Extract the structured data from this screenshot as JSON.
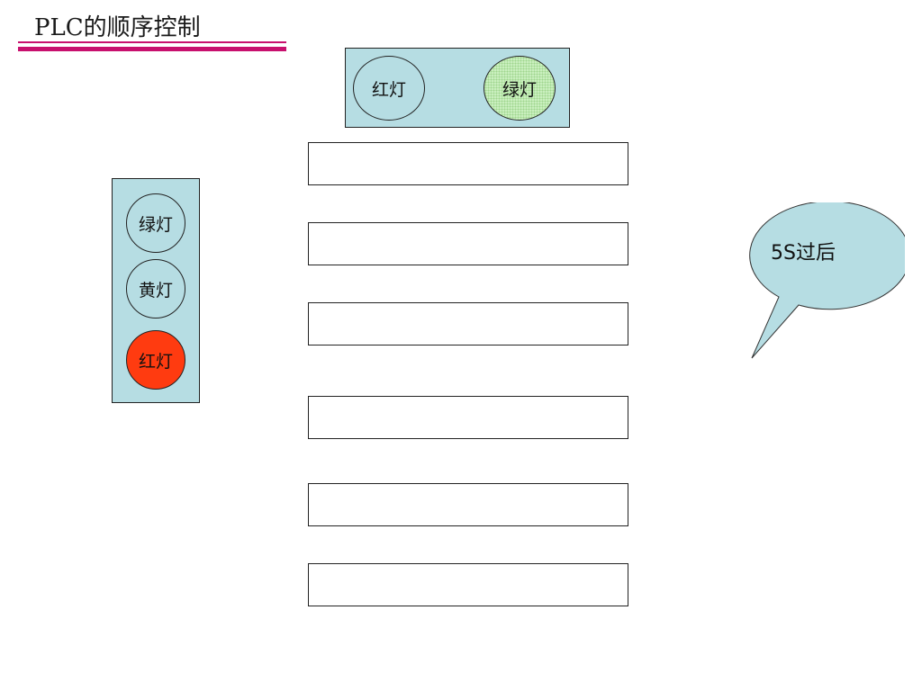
{
  "slide": {
    "title": "PLC的顺序控制"
  },
  "top_signal": {
    "lamps": [
      {
        "label": "红灯",
        "lit": false,
        "color": "red"
      },
      {
        "label": "绿灯",
        "lit": true,
        "color": "green"
      }
    ]
  },
  "side_signal": {
    "lamps": [
      {
        "label": "绿灯",
        "lit": false,
        "color": "green"
      },
      {
        "label": "黄灯",
        "lit": false,
        "color": "yellow"
      },
      {
        "label": "红灯",
        "lit": true,
        "color": "red"
      }
    ]
  },
  "step_boxes": [
    "",
    "",
    "",
    "",
    "",
    ""
  ],
  "callout": {
    "text": "5S过后"
  },
  "colors": {
    "panel_bg": "#b6dde3",
    "callout_bg": "#b6dde3",
    "rule": "#c8106e",
    "red_lamp_on": "#ff3b10",
    "green_lamp_on": "#c9efbe"
  }
}
